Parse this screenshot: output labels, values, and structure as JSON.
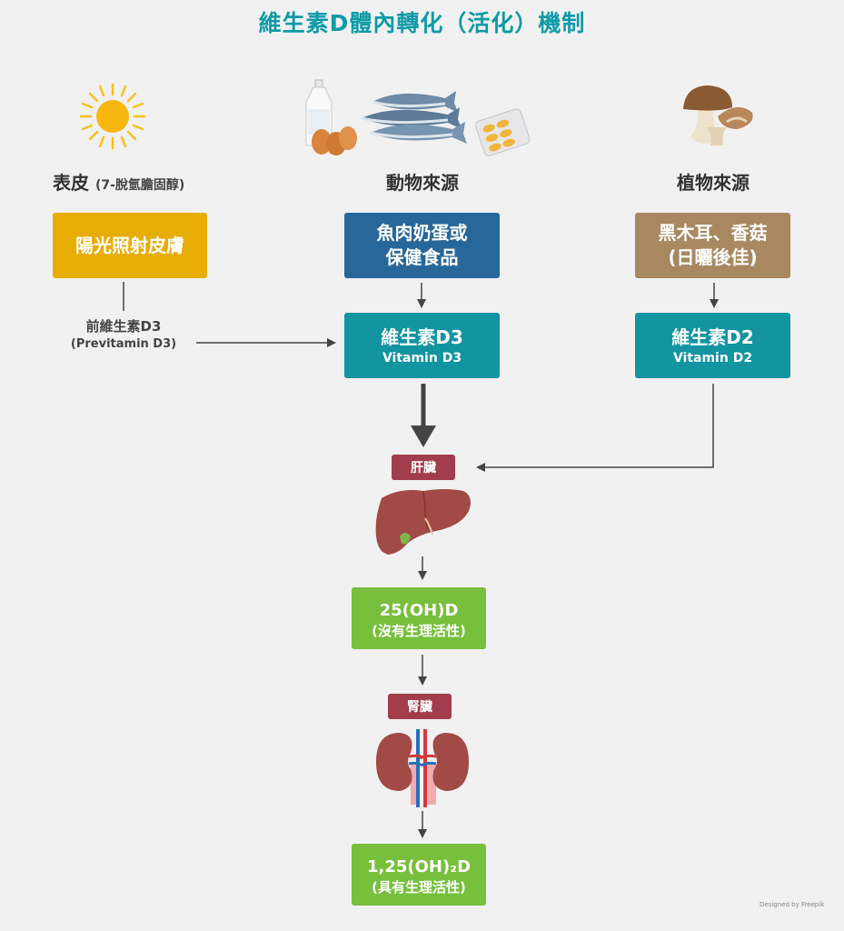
{
  "title": "維生素D體內轉化（活化）機制",
  "sources": {
    "skin": {
      "heading": "表皮",
      "heading_note": "(7-脫氫膽固醇)",
      "box": "陽光照射皮膚",
      "intermediate_line1": "前維生素D3",
      "intermediate_line2": "(Previtamin D3)"
    },
    "animal": {
      "heading": "動物來源",
      "box_line1": "魚肉奶蛋或",
      "box_line2": "保健食品",
      "vitamin_line1": "維生素D3",
      "vitamin_line2": "Vitamin D3"
    },
    "plant": {
      "heading": "植物來源",
      "box_line1": "黑木耳、香菇",
      "box_line2": "(日曬後佳)",
      "vitamin_line1": "維生素D2",
      "vitamin_line2": "Vitamin D2"
    }
  },
  "liver": {
    "label": "肝臟",
    "result_line1": "25(OH)D",
    "result_line2": "(沒有生理活性)"
  },
  "kidney": {
    "label": "腎臟",
    "result_line1": "1,25(OH)₂D",
    "result_line2": "(具有生理活性)"
  },
  "credit": "Designed by Freepik",
  "icons": [
    "sun-icon",
    "milk-eggs-icon",
    "fish-icon",
    "supplement-pills-icon",
    "mushroom-icon",
    "liver-icon",
    "kidney-icon"
  ],
  "colors": {
    "title": "#0e9aa7",
    "sun_box": "#e7ad04",
    "animal_box": "#27679a",
    "plant_box": "#a88860",
    "vitamin_box": "#1294a1",
    "result_box": "#77bf3c",
    "organ_label": "#a13d4c"
  }
}
